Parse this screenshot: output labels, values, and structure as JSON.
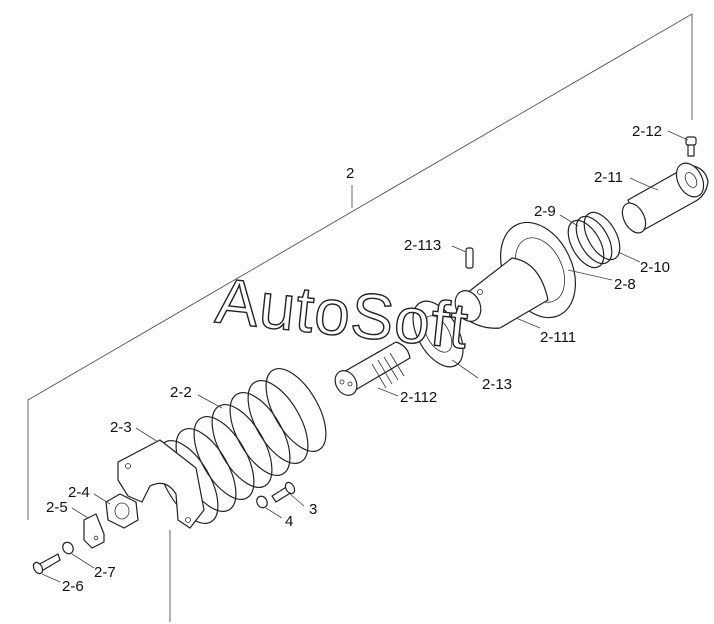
{
  "watermark": "AutoSoft",
  "callouts": {
    "c2": "2",
    "c2_2": "2-2",
    "c2_3": "2-3",
    "c2_4": "2-4",
    "c2_5": "2-5",
    "c2_6": "2-6",
    "c2_7": "2-7",
    "c2_8": "2-8",
    "c2_9": "2-9",
    "c2_10": "2-10",
    "c2_11": "2-11",
    "c2_12": "2-12",
    "c2_13": "2-13",
    "c2_111": "2-111",
    "c2_112": "2-112",
    "c2_113": "2-113",
    "c3": "3",
    "c4": "4"
  }
}
